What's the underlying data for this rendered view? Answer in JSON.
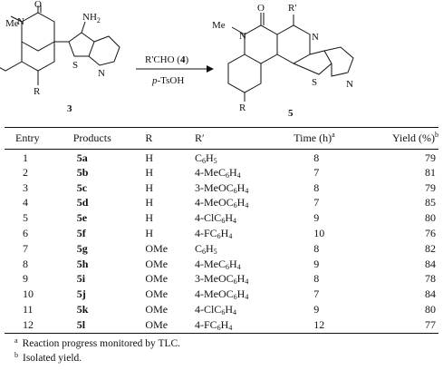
{
  "scheme": {
    "sm_label": "3",
    "product_label": "5",
    "methyl": "Me",
    "oxo": "O",
    "nh2": "NH",
    "nh2_sub": "2",
    "r_group": "R",
    "r_prime": "R'",
    "ring_n": "N",
    "ring_s": "S",
    "reagent": "R'CHO (",
    "reagent_num": "4",
    "reagent_close": ")",
    "catalyst": "p",
    "catalyst_rest": "-TsOH"
  },
  "table": {
    "headers": {
      "entry": "Entry",
      "products": "Products",
      "r": "R",
      "rprime": "R′",
      "time": "Time (h)",
      "time_sup": "a",
      "yield": "Yield (%)",
      "yield_sup": "b"
    },
    "rows": [
      {
        "entry": "1",
        "product": "5a",
        "r": "H",
        "rp_pre": "C",
        "rp_s1": "6",
        "rp_mid": "H",
        "rp_s2": "5",
        "rp_post": "",
        "time": "8",
        "yield": "79"
      },
      {
        "entry": "2",
        "product": "5b",
        "r": "H",
        "rp_pre": "4-MeC",
        "rp_s1": "6",
        "rp_mid": "H",
        "rp_s2": "4",
        "rp_post": "",
        "time": "7",
        "yield": "81"
      },
      {
        "entry": "3",
        "product": "5c",
        "r": "H",
        "rp_pre": "3-MeOC",
        "rp_s1": "6",
        "rp_mid": "H",
        "rp_s2": "4",
        "rp_post": "",
        "time": "8",
        "yield": "79"
      },
      {
        "entry": "4",
        "product": "5d",
        "r": "H",
        "rp_pre": "4-MeOC",
        "rp_s1": "6",
        "rp_mid": "H",
        "rp_s2": "4",
        "rp_post": "",
        "time": "7",
        "yield": "85"
      },
      {
        "entry": "5",
        "product": "5e",
        "r": "H",
        "rp_pre": "4-ClC",
        "rp_s1": "6",
        "rp_mid": "H",
        "rp_s2": "4",
        "rp_post": "",
        "time": "9",
        "yield": "80"
      },
      {
        "entry": "6",
        "product": "5f",
        "r": "H",
        "rp_pre": "4-FC",
        "rp_s1": "6",
        "rp_mid": "H",
        "rp_s2": "4",
        "rp_post": "",
        "time": "10",
        "yield": "76"
      },
      {
        "entry": "7",
        "product": "5g",
        "r": "OMe",
        "rp_pre": "C",
        "rp_s1": "6",
        "rp_mid": "H",
        "rp_s2": "5",
        "rp_post": "",
        "time": "8",
        "yield": "82"
      },
      {
        "entry": "8",
        "product": "5h",
        "r": "OMe",
        "rp_pre": "4-MeC",
        "rp_s1": "6",
        "rp_mid": "H",
        "rp_s2": "4",
        "rp_post": "",
        "time": "9",
        "yield": "84"
      },
      {
        "entry": "9",
        "product": "5i",
        "r": "OMe",
        "rp_pre": "3-MeOC",
        "rp_s1": "6",
        "rp_mid": "H",
        "rp_s2": "4",
        "rp_post": "",
        "time": "8",
        "yield": "78"
      },
      {
        "entry": "10",
        "product": "5j",
        "r": "OMe",
        "rp_pre": "4-MeOC",
        "rp_s1": "6",
        "rp_mid": "H",
        "rp_s2": "4",
        "rp_post": "",
        "time": "7",
        "yield": "84"
      },
      {
        "entry": "11",
        "product": "5k",
        "r": "OMe",
        "rp_pre": "4-ClC",
        "rp_s1": "6",
        "rp_mid": "H",
        "rp_s2": "4",
        "rp_post": "",
        "time": "9",
        "yield": "80"
      },
      {
        "entry": "12",
        "product": "5l",
        "r": "OMe",
        "rp_pre": "4-FC",
        "rp_s1": "6",
        "rp_mid": "H",
        "rp_s2": "4",
        "rp_post": "",
        "time": "12",
        "yield": "77"
      }
    ]
  },
  "footnotes": [
    {
      "mark": "a",
      "text": "Reaction progress monitored by TLC."
    },
    {
      "mark": "b",
      "text": "Isolated yield."
    }
  ]
}
